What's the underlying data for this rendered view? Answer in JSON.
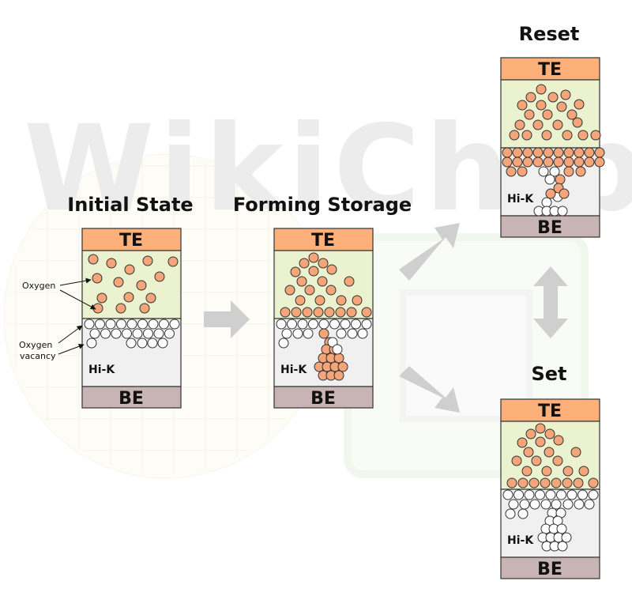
{
  "watermark": {
    "text": "WikiChip"
  },
  "panels": [
    {
      "id": "initial",
      "title": "Initial State",
      "top_label": "TE",
      "middle_label": "Hi-K",
      "bottom_label": "BE"
    },
    {
      "id": "forming",
      "title": "Forming Storage",
      "top_label": "TE",
      "middle_label": "Hi-K",
      "bottom_label": "BE"
    },
    {
      "id": "reset",
      "title": "Reset",
      "top_label": "TE",
      "middle_label": "Hi-K",
      "bottom_label": "BE"
    },
    {
      "id": "set",
      "title": "Set",
      "top_label": "TE",
      "middle_label": "Hi-K",
      "bottom_label": "BE"
    }
  ],
  "annotations": {
    "oxygen": "Oxygen",
    "vacancy_line1": "Oxygen",
    "vacancy_line2": "vacancy"
  },
  "colors": {
    "te": "#fdb07a",
    "oxide": "#eaf2d0",
    "hik": "#f0f0f0",
    "be": "#c8b4b4",
    "oxygen_fill": "#f4a57a",
    "vacancy_fill": "#ffffff",
    "arrow": "#cfcfcf"
  }
}
